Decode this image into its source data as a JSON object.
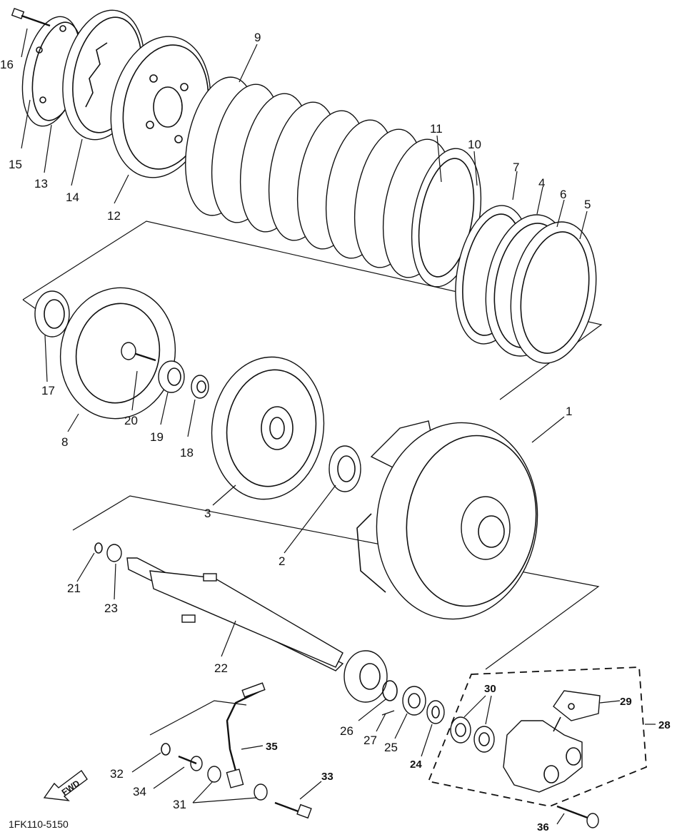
{
  "diagram": {
    "drawing_code": "1FK110-5150",
    "fwd_label": "FWD",
    "callouts": [
      "1",
      "2",
      "3",
      "4",
      "5",
      "6",
      "7",
      "8",
      "9",
      "10",
      "11",
      "12",
      "13",
      "14",
      "15",
      "16",
      "17",
      "18",
      "19",
      "20",
      "21",
      "22",
      "23",
      "24",
      "25",
      "26",
      "27",
      "28",
      "29",
      "30",
      "31",
      "32",
      "33",
      "34",
      "35",
      "36"
    ]
  }
}
